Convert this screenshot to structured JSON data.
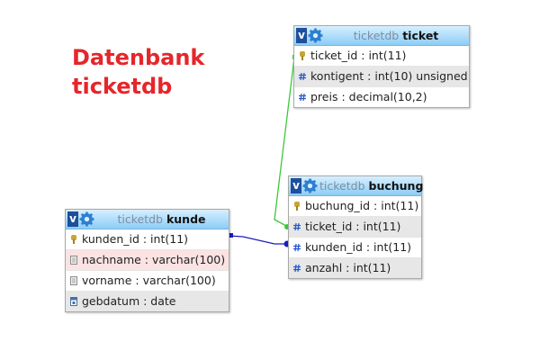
{
  "title": {
    "line1": "Datenbank",
    "line2": "ticketdb"
  },
  "colors": {
    "title": "#e5262b",
    "fk_ticket": "#3cc83c",
    "fk_kunde": "#1c1cc0",
    "header": "#8ccdf6",
    "v_button": "#1d4f9c"
  },
  "tables": {
    "ticket": {
      "v_label": "v",
      "db": "ticketdb",
      "name": "ticket",
      "columns": [
        {
          "text": "ticket_id : int(11)",
          "icon": "primary-key-icon"
        },
        {
          "text": "kontigent : int(10) unsigned",
          "icon": "numeric-column-icon"
        },
        {
          "text": "preis : decimal(10,2)",
          "icon": "numeric-column-icon"
        }
      ]
    },
    "buchung": {
      "v_label": "v",
      "db": "ticketdb",
      "name": "buchung",
      "columns": [
        {
          "text": "buchung_id : int(11)",
          "icon": "primary-key-icon"
        },
        {
          "text": "ticket_id : int(11)",
          "icon": "numeric-column-icon"
        },
        {
          "text": "kunden_id : int(11)",
          "icon": "numeric-column-icon"
        },
        {
          "text": "anzahl : int(11)",
          "icon": "numeric-column-icon"
        }
      ]
    },
    "kunde": {
      "v_label": "v",
      "db": "ticketdb",
      "name": "kunde",
      "columns": [
        {
          "text": "kunden_id : int(11)",
          "icon": "primary-key-icon"
        },
        {
          "text": "nachname : varchar(100)",
          "icon": "text-column-icon"
        },
        {
          "text": "vorname : varchar(100)",
          "icon": "text-column-icon"
        },
        {
          "text": "gebdatum : date",
          "icon": "date-column-icon"
        }
      ]
    }
  },
  "relations": [
    {
      "from": "buchung.ticket_id",
      "to": "ticket.ticket_id"
    },
    {
      "from": "buchung.kunden_id",
      "to": "kunde.kunden_id"
    }
  ]
}
